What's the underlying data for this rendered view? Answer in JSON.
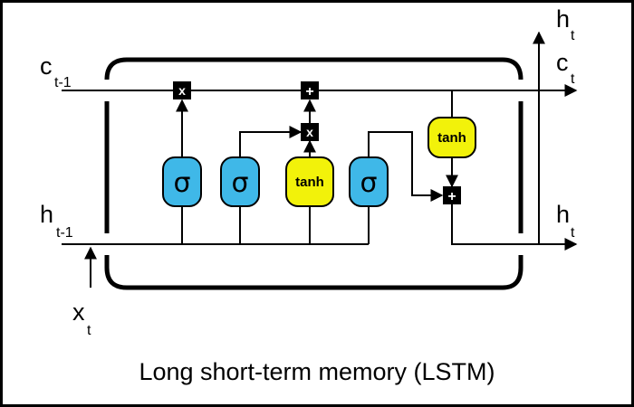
{
  "caption": "Long short-term memory (LSTM)",
  "labels": {
    "c_prev": {
      "base": "c",
      "sub": "t-1"
    },
    "h_prev": {
      "base": "h",
      "sub": "t-1"
    },
    "x_t": {
      "base": "x",
      "sub": "t"
    },
    "c_out": {
      "base": "c",
      "sub": "t"
    },
    "h_out_top": {
      "base": "h",
      "sub": "t"
    },
    "h_out_right": {
      "base": "h",
      "sub": "t"
    }
  },
  "gates": {
    "forget": "σ",
    "input": "σ",
    "candidate": "tanh",
    "output": "σ",
    "cell_tanh": "tanh"
  },
  "colors": {
    "sigma_fill": "#3fb8e8",
    "tanh_fill": "#f2f20a",
    "line": "#000000",
    "op_fill": "#000000",
    "op_symbol": "#ffffff"
  },
  "ops": {
    "multiply": "x",
    "add": "+"
  }
}
